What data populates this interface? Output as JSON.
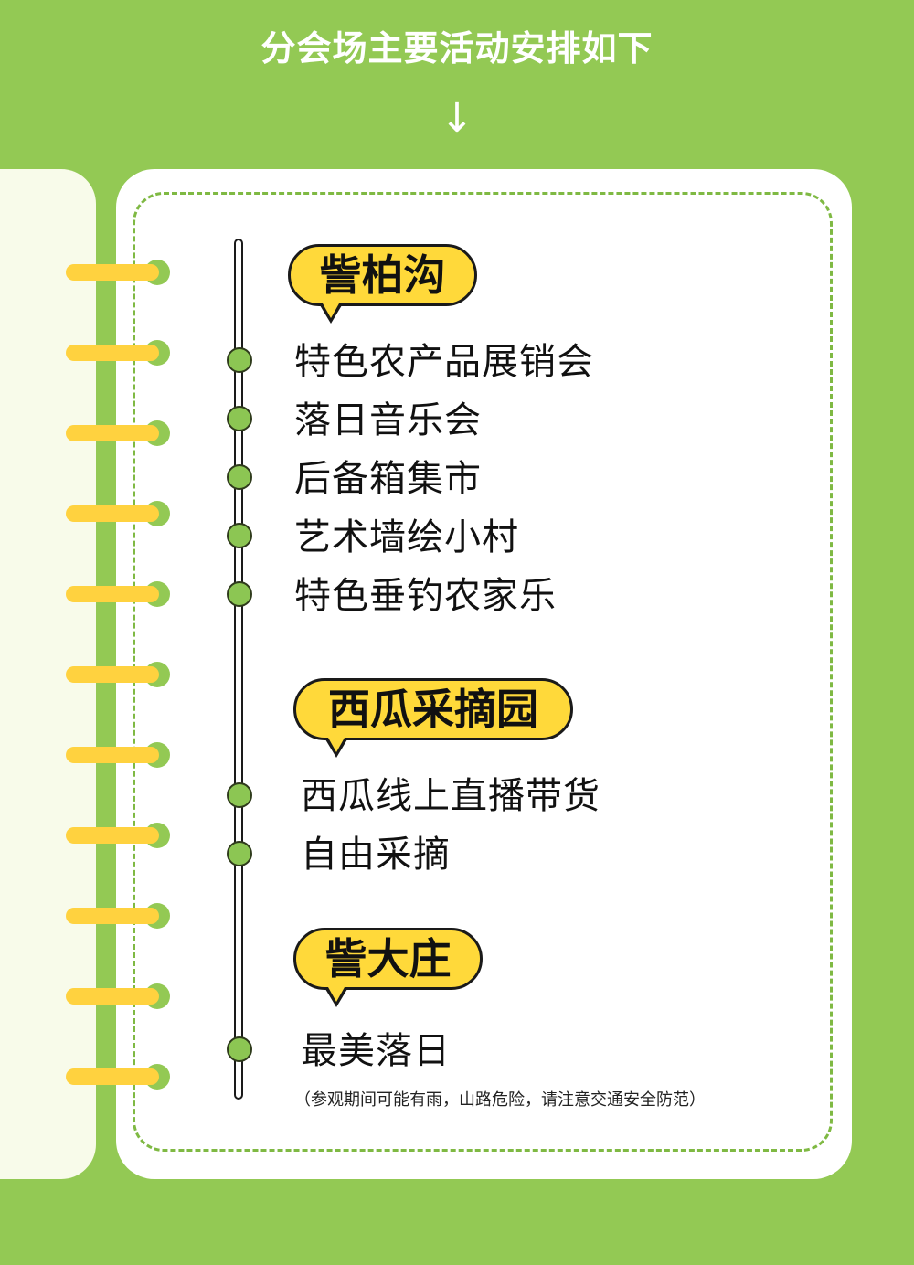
{
  "header": {
    "title": "分会场主要活动安排如下",
    "arrow": "↓"
  },
  "sections": [
    {
      "name": "訾柏沟",
      "items": [
        "特色农产品展销会",
        "落日音乐会",
        "后备箱集市",
        "艺术墙绘小村",
        "特色垂钓农家乐"
      ]
    },
    {
      "name": "西瓜采摘园",
      "items": [
        "西瓜线上直播带货",
        "自由采摘"
      ]
    },
    {
      "name": "訾大庄",
      "items": [
        "最美落日"
      ]
    }
  ],
  "note": "（参观期间可能有雨，山路危险，请注意交通安全防范）",
  "colors": {
    "background": "#93c954",
    "bubble": "#ffd93a",
    "ring": "#ffd23f",
    "dot": "#8cc653"
  }
}
